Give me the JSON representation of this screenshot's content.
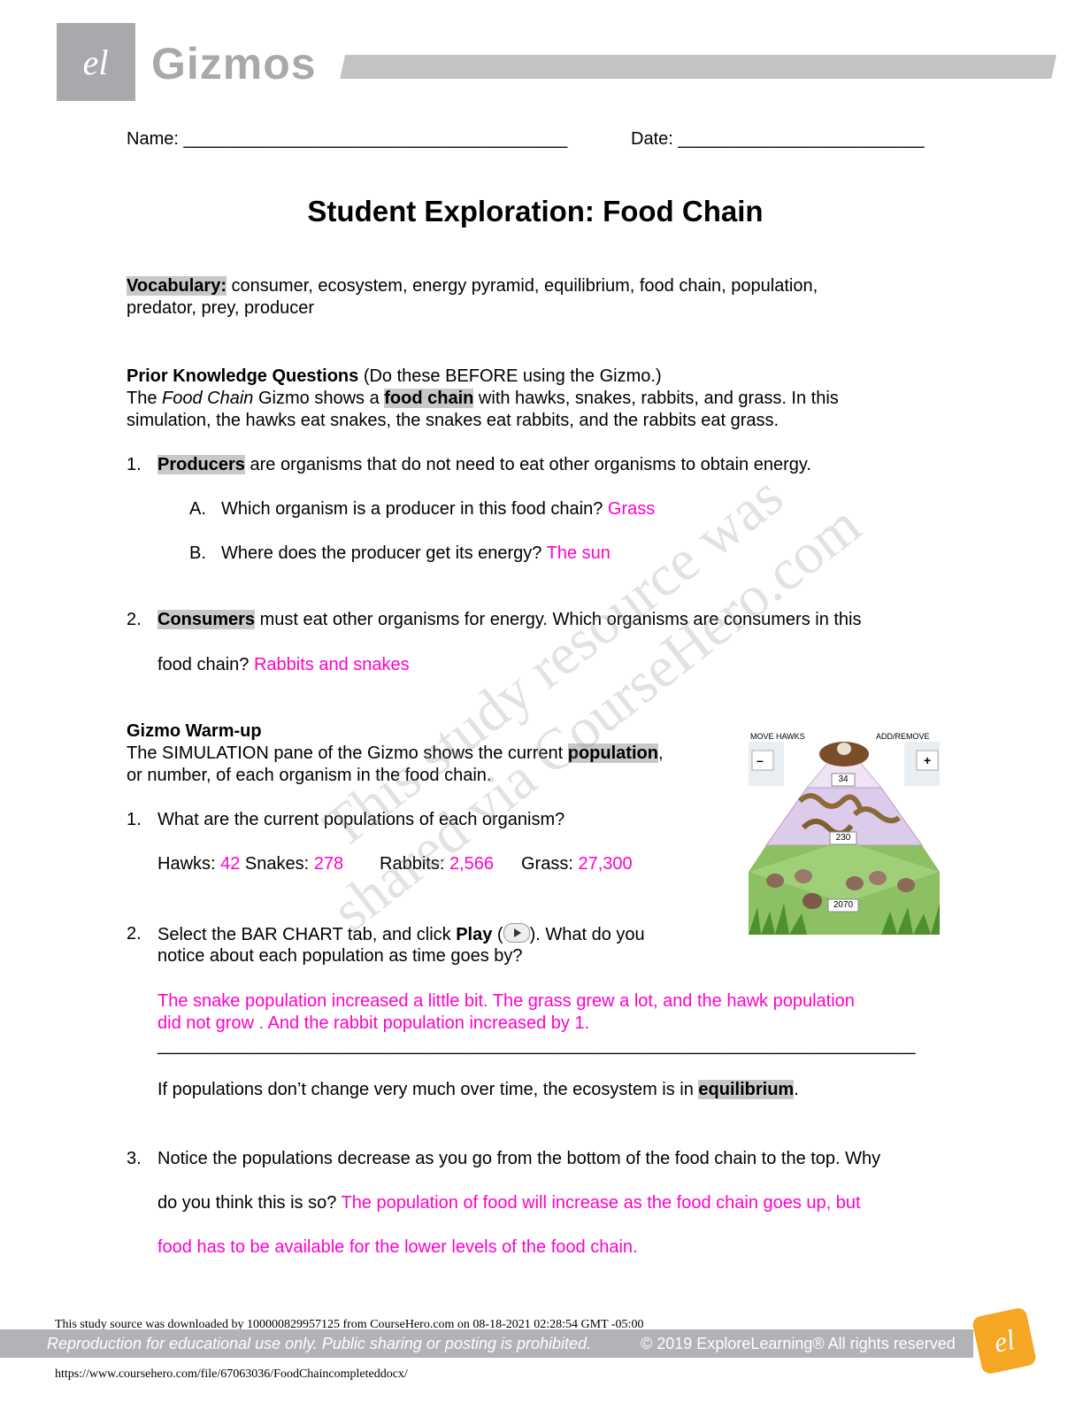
{
  "header": {
    "brand": "Gizmos"
  },
  "form": {
    "name_label": "Name:",
    "name_line": "_______________________________________",
    "date_label": "Date:",
    "date_line": "_________________________"
  },
  "title": "Student Exploration: Food Chain",
  "vocabulary": {
    "label": "Vocabulary:",
    "line1": " consumer, ecosystem, energy pyramid, equilibrium, food chain, population,",
    "line2": "predator, prey, producer"
  },
  "prior": {
    "heading": "Prior Knowledge Questions",
    "heading_note": " (Do these BEFORE using the Gizmo.)",
    "intro_a": "The ",
    "intro_italic": "Food Chain",
    "intro_b": " Gizmo shows a ",
    "intro_term": "food chain",
    "intro_c": " with hawks, snakes, rabbits, and grass. In this",
    "intro_line2": "simulation, the hawks eat snakes, the snakes eat rabbits, and the rabbits eat grass.",
    "q1_num": "1.",
    "q1_term": "Producers",
    "q1_text": " are organisms that do not need to eat other organisms to obtain energy.",
    "q1a_letter": "A.",
    "q1a_text": "Which organism is a producer in this food chain? ",
    "q1a_answer": "Grass",
    "q1b_letter": "B.",
    "q1b_text": "Where does the producer get its energy? ",
    "q1b_answer": "The sun",
    "q2_num": "2.",
    "q2_term": "Consumers",
    "q2_text": " must eat other organisms for energy. Which organisms are consumers in this",
    "q2_line2": "food chain? ",
    "q2_answer": "Rabbits and  snakes"
  },
  "warmup": {
    "heading": "Gizmo Warm-up",
    "intro_a": "The SIMULATION pane of the Gizmo shows the current ",
    "intro_term": "population",
    "intro_b": ",",
    "intro_line2": "or number, of each organism in the food chain.",
    "q1_num": "1.",
    "q1_text": "What are the current populations of each organism?",
    "hawks_label": "Hawks: ",
    "hawks_value": "42",
    "snakes_label": " Snakes: ",
    "snakes_value": "278",
    "rabbits_label": "Rabbits: ",
    "rabbits_value": "2,566",
    "grass_label": "Grass: ",
    "grass_value": "27,300",
    "q2_num": "2.",
    "q2_text_a": "Select the BAR CHART tab, and click ",
    "q2_play": "Play",
    "q2_text_b": " (",
    "q2_text_c": "). What do you",
    "q2_line2": "notice about each population as time goes by?",
    "q2_answer_line1": "The snake population increased a little bit. The grass grew a lot, and the hawk population",
    "q2_answer_line2": "did not grow . And the rabbit population increased by 1.",
    "q2_rule": "_____________________________________________________________________________",
    "eq_text_a": "If populations don’t change very much over time, the ecosystem is in ",
    "eq_term": "equilibrium",
    "eq_text_b": ".",
    "q3_num": "3.",
    "q3_text": "Notice the populations decrease as you go from the bottom of the food chain to the top. Why",
    "q3_line2": "do you think this is so?  ",
    "q3_answer_a": "The population of food will increase as the food chain goes up, but",
    "q3_answer_b": "food has to be available for the lower levels of the food chain."
  },
  "gizmo_image": {
    "remove_hawks": "MOVE HAWKS",
    "add_remove": "ADD/REMOVE",
    "minus": "–",
    "plus": "+",
    "hawk_count": "34",
    "snake_count": "230",
    "rabbit_count": "2070"
  },
  "watermark": {
    "line1": "This study resource was",
    "line2": "shared via CourseHero.com"
  },
  "footer": {
    "download_note": "This study source was downloaded by 100000829957125 from CourseHero.com on 08-18-2021 02:28:54 GMT -05:00",
    "reproduction": "Reproduction for educational use only. Public sharing or posting is prohibited.",
    "copyright": "© 2019 ExploreLearning®  All rights reserved",
    "url": "https://www.coursehero.com/file/67063036/FoodChaincompleteddocx/"
  }
}
